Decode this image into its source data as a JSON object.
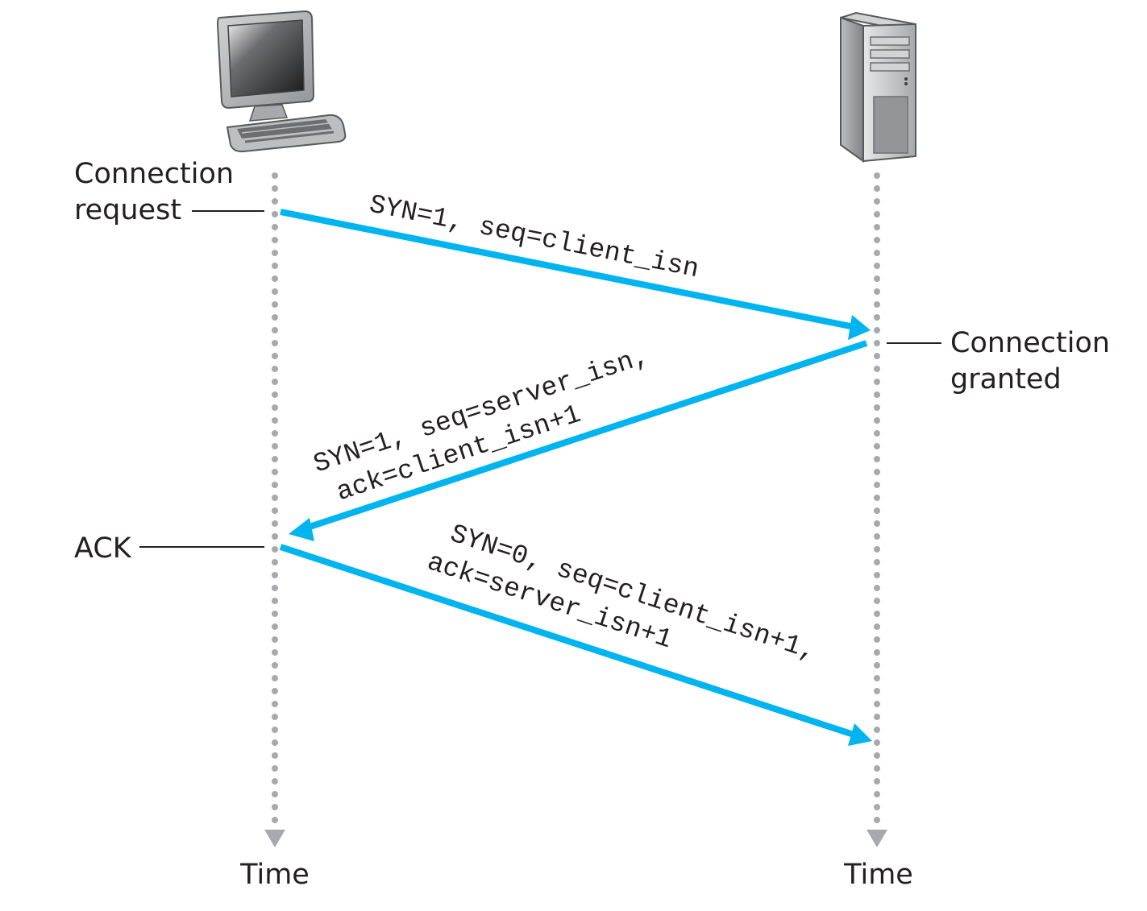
{
  "client": {
    "icon": "desktop-computer-icon",
    "event_request": [
      "Connection",
      "request"
    ],
    "event_ack": "ACK",
    "time_label": "Time"
  },
  "server": {
    "icon": "server-tower-icon",
    "event_granted": [
      "Connection",
      "granted"
    ],
    "time_label": "Time"
  },
  "messages": [
    {
      "lines": [
        "SYN=1, seq=client_isn"
      ]
    },
    {
      "lines": [
        "SYN=1, seq=server_isn,",
        "ack=client_isn+1"
      ]
    },
    {
      "lines": [
        "SYN=0, seq=client_isn+1,",
        "ack=server_isn+1"
      ]
    }
  ],
  "colors": {
    "arrow": "#00b4ef",
    "lifeline": "#a7a9ac",
    "text": "#231f20"
  }
}
